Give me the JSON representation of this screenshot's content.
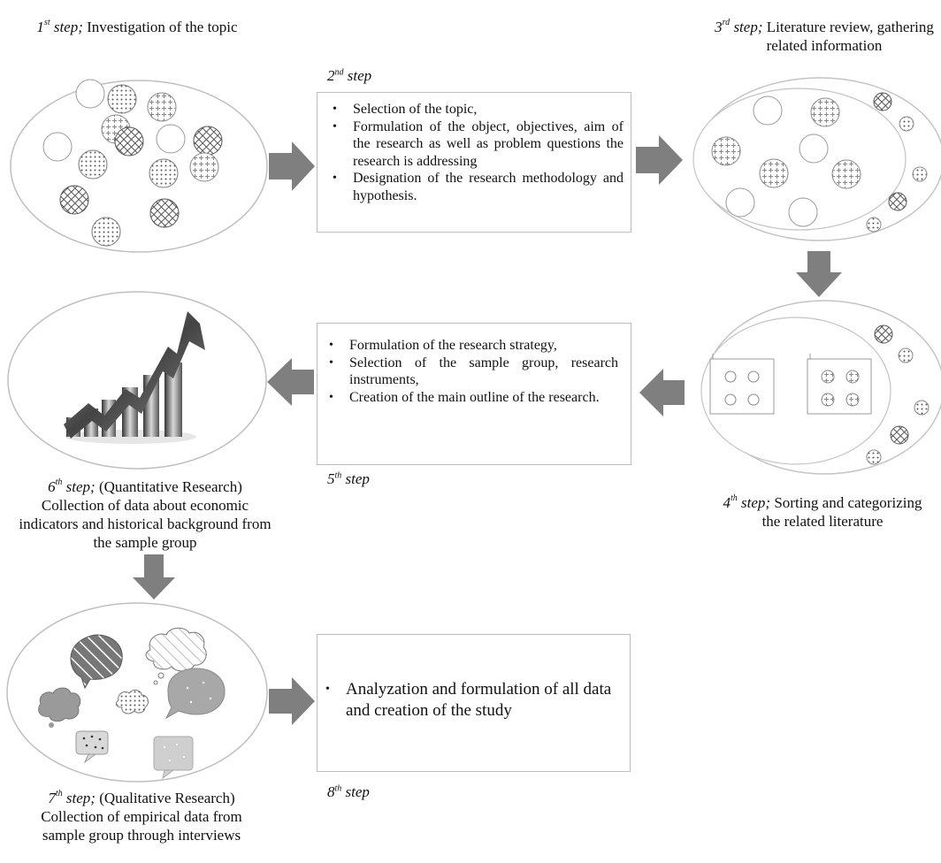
{
  "steps": {
    "s1": {
      "num": "1",
      "suffix": "st",
      "word": "step;",
      "text": "Investigation of the topic"
    },
    "s2": {
      "num": "2",
      "suffix": "nd",
      "word": "step",
      "bullets": [
        "Selection of the topic,",
        "Formulation of the object, objectives, aim of the research as well as problem questions the research is addressing",
        "Designation of the research methodology and hypothesis."
      ]
    },
    "s3": {
      "num": "3",
      "suffix": "rd",
      "word": "step;",
      "text": "Literature review, gathering related information"
    },
    "s4": {
      "num": "4",
      "suffix": "th",
      "word": "step;",
      "text": "Sorting and categorizing the related literature"
    },
    "s5": {
      "num": "5",
      "suffix": "th",
      "word": "step",
      "bullets": [
        "Formulation of the research strategy,",
        "Selection of the sample group, research instruments,",
        "Creation of the main outline of the research."
      ]
    },
    "s6": {
      "num": "6",
      "suffix": "th",
      "word": "step;",
      "line1": "(Quantitative Research)",
      "text": "Collection of data about economic indicators and historical background from the sample group"
    },
    "s7": {
      "num": "7",
      "suffix": "th",
      "word": "step;",
      "line1": "(Qualitative Research)",
      "text": "Collection of empirical data from sample group through interviews"
    },
    "s8": {
      "num": "8",
      "suffix": "th",
      "word": "step",
      "bullets": [
        "Analyzation and formulation of all data and creation of the study"
      ]
    }
  },
  "colors": {
    "arrow": "#7f7f7f",
    "ellipse_stroke": "#bfbfbf",
    "box_border": "#bdbdbd"
  }
}
